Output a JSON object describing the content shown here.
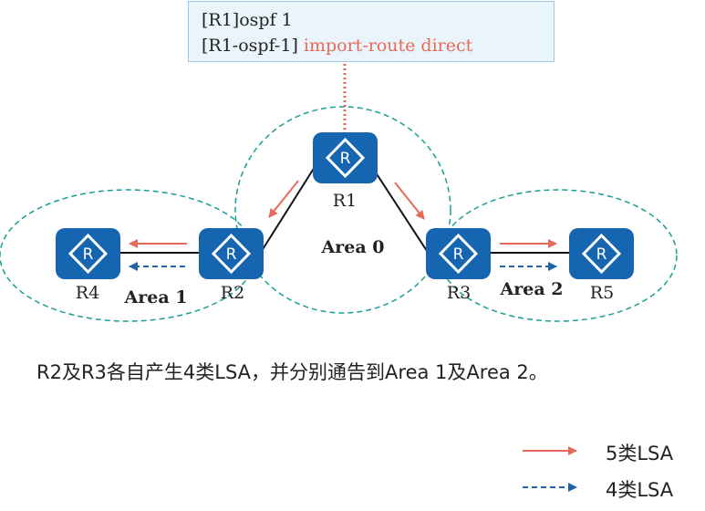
{
  "command_box": {
    "line1": "[R1]ospf 1",
    "line2_prefix": "[R1-ospf-1] ",
    "line2_highlight": "import-route direct"
  },
  "routers": [
    {
      "id": "R1",
      "label": "R1"
    },
    {
      "id": "R2",
      "label": "R2"
    },
    {
      "id": "R3",
      "label": "R3"
    },
    {
      "id": "R4",
      "label": "R4"
    },
    {
      "id": "R5",
      "label": "R5"
    }
  ],
  "router_glyph": "R",
  "areas": {
    "area0": "Area 0",
    "area1": "Area 1",
    "area2": "Area 2"
  },
  "caption": "R2及R3各自产生4类LSA，并分别通告到Area 1及Area 2。",
  "legend": {
    "type5": "5类LSA",
    "type4": "4类LSA"
  },
  "colors": {
    "router_fill": "#1565b0",
    "type5_arrow": "#e46b5a",
    "type4_arrow": "#1f63a8",
    "area_border": "#1a9e96",
    "link": "#111111"
  }
}
